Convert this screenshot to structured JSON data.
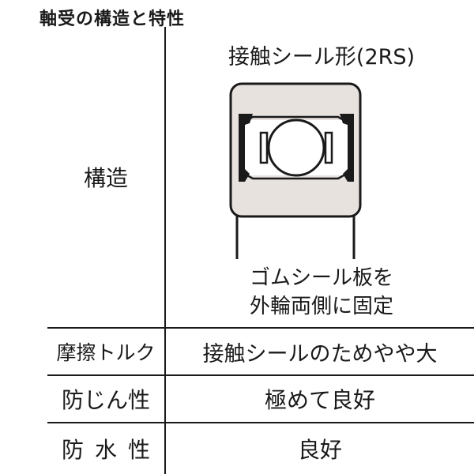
{
  "title": "軸受の構造と特性",
  "rows": [
    {
      "label": "構造",
      "value": "接触シール形(2RS)",
      "caption_line1": "ゴムシール板を",
      "caption_line2": "外輪両側に固定"
    },
    {
      "label": "摩擦トルク",
      "value": "接触シールのためやや大"
    },
    {
      "label": "防じん性",
      "value": "極めて良好"
    },
    {
      "label": "防水性",
      "value": "良好"
    }
  ]
}
